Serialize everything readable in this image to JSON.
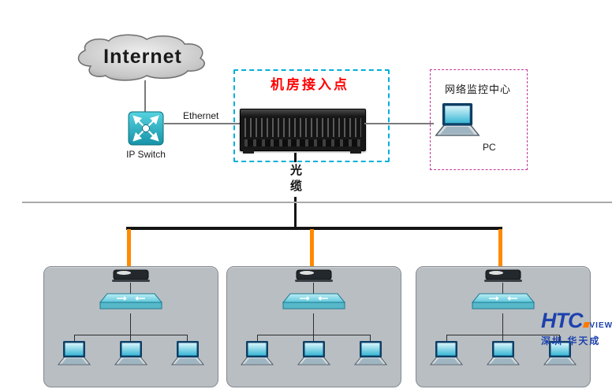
{
  "nodes": {
    "internet": "Internet",
    "ip_switch": "IP Switch",
    "ethernet": "Ethernet",
    "access_room": "机房接入点",
    "monitor_center": "网络监控中心",
    "pc": "PC",
    "fiber": "光缆"
  },
  "logo": {
    "brand": "HTC",
    "brand_suffix": "VIEW",
    "tagline": "深圳 华天成"
  },
  "colors": {
    "access_box_border": "#00b0d8",
    "access_label_red": "#ff0000",
    "monitor_box_border": "#c3369b",
    "fiber_drop_orange": "#ff8a00",
    "device_teal": "#2ab4c6",
    "site_box_gray": "#b9bec2",
    "logo_blue": "#1c41ae",
    "logo_orange": "#ff7a00"
  }
}
